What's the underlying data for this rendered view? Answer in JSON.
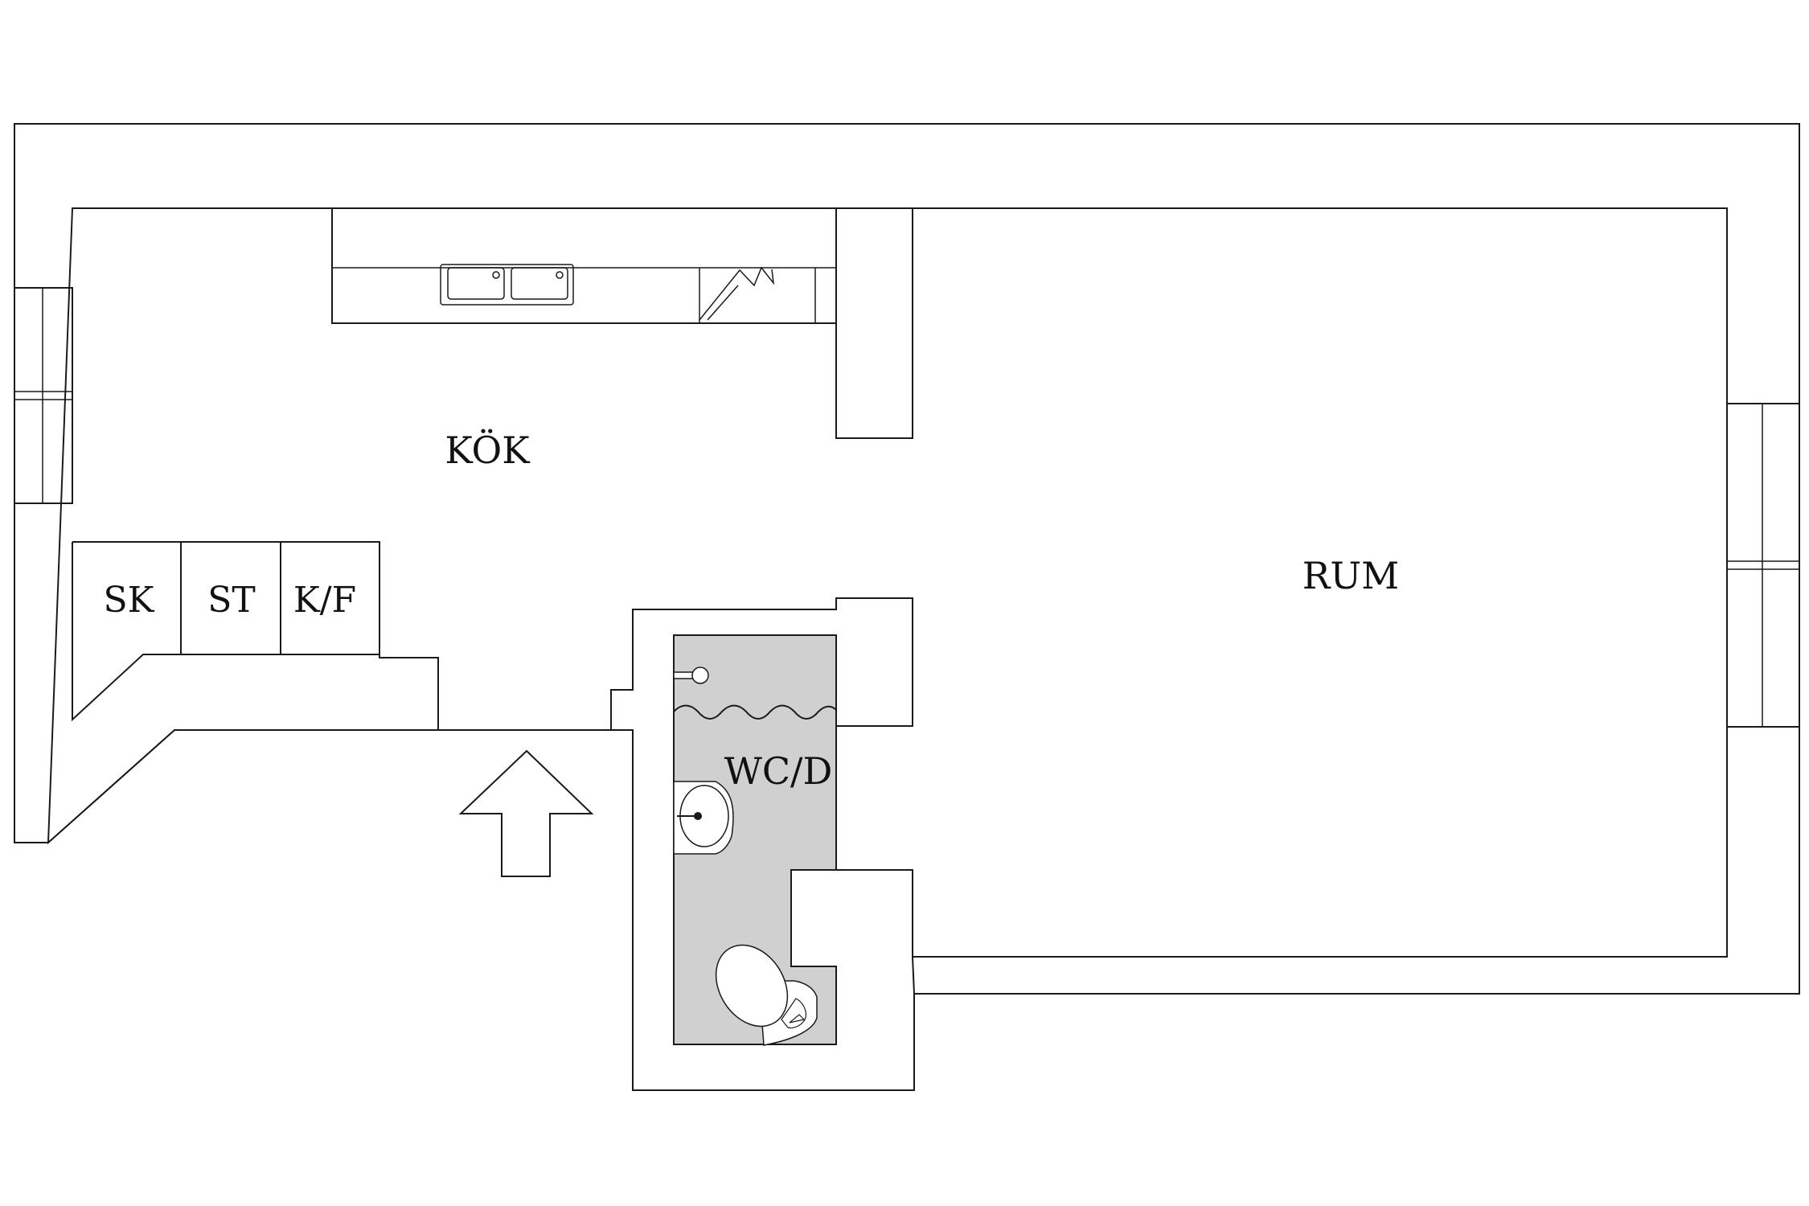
{
  "rooms": {
    "kitchen": "KÖK",
    "living": "RUM",
    "bathroom": "WC/D"
  },
  "cabinets": {
    "broom_closet": "SK",
    "storage": "ST",
    "fridge_freezer": "K/F"
  },
  "colors": {
    "wall_line": "#1a1a1a",
    "bathroom_fill": "#d0d0d0",
    "background": "#ffffff"
  }
}
